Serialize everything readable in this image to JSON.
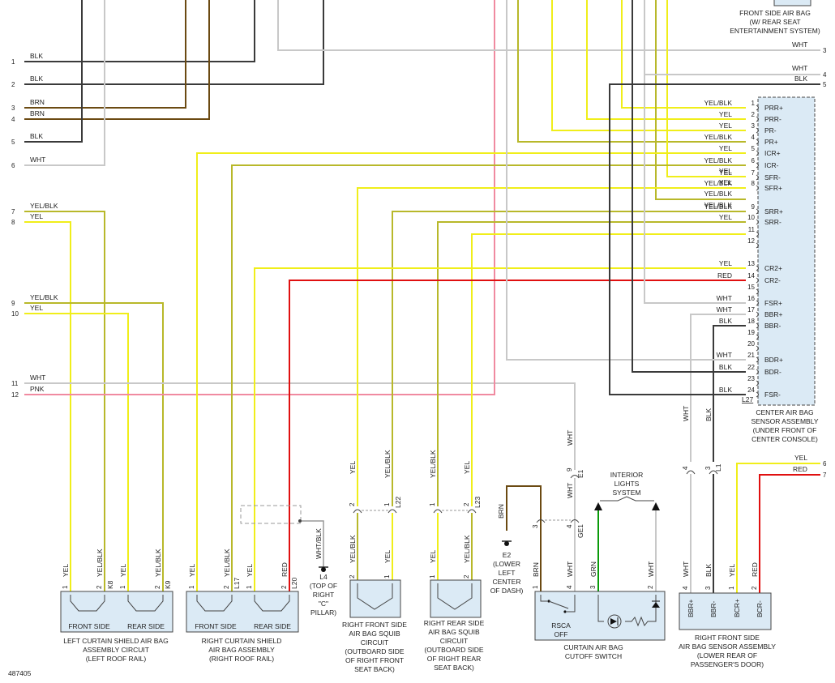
{
  "figure_id": "487405",
  "colors": {
    "BLK": "#3a3a3a",
    "BRN": "#6b4a12",
    "WHT": "#c8c8c8",
    "YEL": "#f0ee1a",
    "YEL/BLK": "#b8b82a",
    "RED": "#e01010",
    "PNK": "#f08aa0",
    "GRN": "#0a9a0a",
    "box_fill": "#dbeaf5",
    "box_stroke": "#444444"
  },
  "left_pins": [
    {
      "num": "1",
      "color": "BLK"
    },
    {
      "num": "2",
      "color": "BLK"
    },
    {
      "num": "3",
      "color": "BRN"
    },
    {
      "num": "4",
      "color": "BRN"
    },
    {
      "num": "5",
      "color": "BLK"
    },
    {
      "num": "6",
      "color": "WHT"
    },
    {
      "num": "7",
      "color": "YEL/BLK"
    },
    {
      "num": "8",
      "color": "YEL"
    },
    {
      "num": "9",
      "color": "YEL/BLK"
    },
    {
      "num": "10",
      "color": "YEL"
    },
    {
      "num": "11",
      "color": "WHT"
    },
    {
      "num": "12",
      "color": "PNK"
    }
  ],
  "right_pins": [
    {
      "num": "3",
      "color": "WHT"
    },
    {
      "num": "4",
      "color": "WHT"
    },
    {
      "num": "5",
      "color": "BLK"
    },
    {
      "num": "6",
      "color": "YEL"
    },
    {
      "num": "7",
      "color": "RED"
    }
  ],
  "top_right_label": [
    "FRONT SIDE AIR BAG",
    "(W/ REAR SEAT",
    "ENTERTAINMENT SYSTEM)"
  ],
  "sensor": {
    "caption": [
      "CENTER AIR BAG",
      "SENSOR ASSEMBLY",
      "(UNDER FRONT OF",
      "CENTER CONSOLE)"
    ],
    "connector": "L27",
    "pins": [
      {
        "num": "1",
        "name": "PRR+",
        "wire": "YEL/BLK"
      },
      {
        "num": "2",
        "name": "PRR-",
        "wire": "YEL"
      },
      {
        "num": "3",
        "name": "PR-",
        "wire": "YEL"
      },
      {
        "num": "4",
        "name": "PR+",
        "wire": "YEL/BLK"
      },
      {
        "num": "5",
        "name": "ICR+",
        "wire": "YEL"
      },
      {
        "num": "6",
        "name": "ICR-",
        "wire": "YEL/BLK"
      },
      {
        "num": "7",
        "name": "SFR-",
        "wire": "YEL"
      },
      {
        "num": "8",
        "name": "SFR+",
        "wire": "YEL/BLK"
      },
      {
        "num": "9",
        "name": "SRR+",
        "wire": "YEL/BLK"
      },
      {
        "num": "10",
        "name": "SRR-",
        "wire": "YEL"
      },
      {
        "num": "11",
        "name": "",
        "wire": ""
      },
      {
        "num": "12",
        "name": "",
        "wire": ""
      },
      {
        "num": "13",
        "name": "CR2+",
        "wire": "YEL"
      },
      {
        "num": "14",
        "name": "CR2-",
        "wire": "RED"
      },
      {
        "num": "15",
        "name": "",
        "wire": ""
      },
      {
        "num": "16",
        "name": "FSR+",
        "wire": "WHT"
      },
      {
        "num": "17",
        "name": "BBR+",
        "wire": "WHT"
      },
      {
        "num": "18",
        "name": "BBR-",
        "wire": "BLK"
      },
      {
        "num": "19",
        "name": "",
        "wire": ""
      },
      {
        "num": "20",
        "name": "",
        "wire": ""
      },
      {
        "num": "21",
        "name": "BDR+",
        "wire": "WHT"
      },
      {
        "num": "22",
        "name": "BDR-",
        "wire": "BLK"
      },
      {
        "num": "23",
        "name": "",
        "wire": ""
      },
      {
        "num": "24",
        "name": "FSR-",
        "wire": "BLK"
      }
    ],
    "extra_wire_labels": [
      "YEL",
      "YEL",
      "YEL/BLK",
      "YEL/BLK"
    ]
  },
  "connectors": {
    "k8": "K8",
    "k9": "K9",
    "l17": "L17",
    "l20": "L20",
    "l22": "L22",
    "l23": "L23",
    "e1": "E1",
    "ge1": "GE1",
    "l1": "L1"
  },
  "left_curtain": {
    "wires": [
      "YEL",
      "YEL/BLK",
      "YEL",
      "YEL/BLK"
    ],
    "pins": [
      "1",
      "2",
      "1",
      "2"
    ],
    "sides": [
      "FRONT SIDE",
      "REAR SIDE"
    ],
    "caption": [
      "LEFT CURTAIN SHIELD AIR BAG",
      "ASSEMBLY CIRCUIT",
      "(LEFT ROOF RAIL)"
    ]
  },
  "right_curtain": {
    "wires": [
      "YEL",
      "YEL/BLK",
      "YEL",
      "RED"
    ],
    "pins": [
      "1",
      "2",
      "1",
      "2"
    ],
    "sides": [
      "FRONT SIDE",
      "REAR SIDE"
    ],
    "caption": [
      "RIGHT CURTAIN SHIELD",
      "AIR BAG ASSEMBLY",
      "(RIGHT ROOF RAIL)"
    ]
  },
  "ground_l4": {
    "wire": "WHT/BLK",
    "id": "L4",
    "caption": [
      "(TOP OF",
      "RIGHT",
      "\"C\"",
      "PILLAR)"
    ]
  },
  "right_front_squib": {
    "top_wires": [
      "YEL",
      "YEL/BLK"
    ],
    "pins": [
      "2",
      "1"
    ],
    "bottom_wires": [
      "YEL/BLK",
      "YEL"
    ],
    "bottom_pins": [
      "2",
      "1"
    ],
    "caption": [
      "RIGHT FRONT SIDE",
      "AIR BAG SQUIB",
      "CIRCUIT",
      "(OUTBOARD SIDE",
      "OF RIGHT FRONT",
      "SEAT BACK)"
    ]
  },
  "right_rear_squib": {
    "top_wires": [
      "YEL/BLK",
      "YEL"
    ],
    "pins": [
      "1",
      "2"
    ],
    "bottom_wires": [
      "YEL",
      "YEL/BLK"
    ],
    "bottom_pins": [
      "1",
      "2"
    ],
    "caption": [
      "RIGHT REAR SIDE",
      "AIR BAG SQUIB",
      "CIRCUIT",
      "(OUTBOARD SIDE",
      "OF RIGHT REAR",
      "SEAT BACK)"
    ]
  },
  "ground_e2": {
    "wire": "BRN",
    "id": "E2",
    "caption": [
      "(LOWER",
      "LEFT",
      "CENTER",
      "OF DASH)"
    ]
  },
  "cutoff_switch": {
    "top_wire": "WHT",
    "top_pins": [
      "9",
      "3",
      "4"
    ],
    "wires": [
      "BRN",
      "WHT",
      "GRN",
      "WHT"
    ],
    "pins": [
      "1",
      "4",
      "3",
      "2"
    ],
    "rsca": [
      "RSCA",
      "OFF"
    ],
    "interior": [
      "INTERIOR",
      "LIGHTS",
      "SYSTEM"
    ],
    "caption": [
      "CURTAIN AIR BAG",
      "CUTOFF SWITCH"
    ]
  },
  "right_front_sensor": {
    "top_wires": [
      "WHT",
      "BLK"
    ],
    "top_pins": [
      "4",
      "3"
    ],
    "wires": [
      "WHT",
      "BLK",
      "YEL",
      "RED"
    ],
    "pins": [
      "4",
      "3",
      "1",
      "2"
    ],
    "pin_names": [
      "BBR+",
      "BBR-",
      "BCR+",
      "BCR-"
    ],
    "caption": [
      "RIGHT FRONT SIDE",
      "AIR BAG SENSOR ASSEMBLY",
      "(LOWER REAR OF",
      "PASSENGER'S DOOR)"
    ]
  }
}
